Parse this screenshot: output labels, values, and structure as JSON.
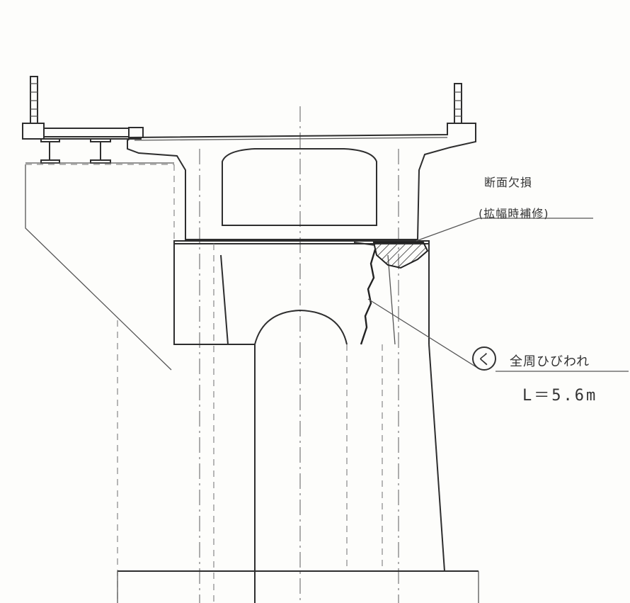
{
  "annotations": {
    "section_loss_line1": "断面欠損",
    "section_loss_line2": "(拡幅時補修)",
    "crack_symbol": "く",
    "crack_label": "全周ひびわれ",
    "crack_length": "L＝5.6m"
  },
  "colors": {
    "ink": "#2e2e2e",
    "paper": "#fdfdfb"
  }
}
